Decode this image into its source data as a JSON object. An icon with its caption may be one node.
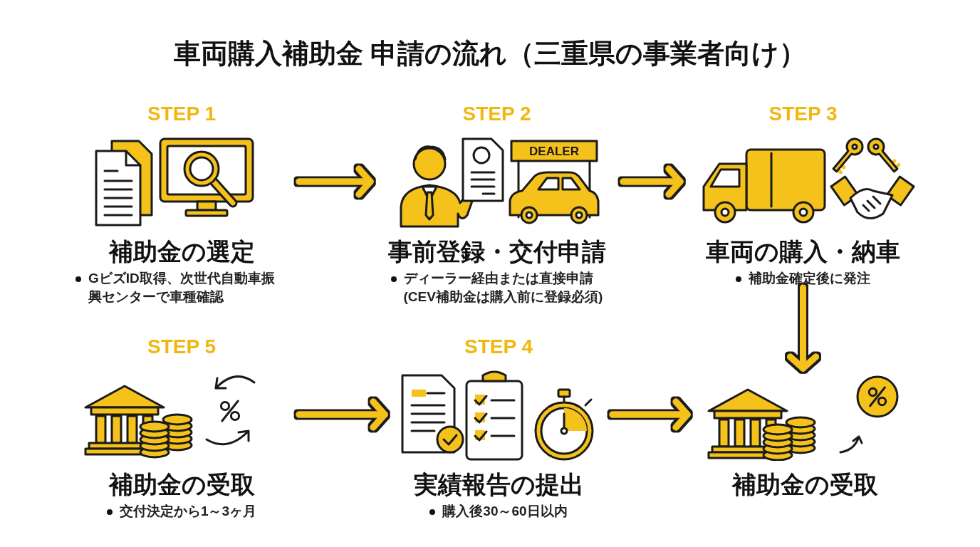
{
  "diagram": {
    "title": "車両購入補助金 申請の流れ（三重県の事業者向け）",
    "nodes": [
      {
        "text": [
          "STEP 1",
          "補助金の選定",
          "GビズID取得、次世代自動車振興センターで車種確認"
        ]
      },
      {
        "text": [
          "STEP 2",
          "事前登録・交付申請",
          "ディーラー経由または直接申請(CEV補助金は購入前に登録必須)"
        ]
      },
      {
        "text": [
          "STEP 3",
          "車両の購入・納車",
          "補助金確定後に発注"
        ]
      },
      {
        "text": [
          "STEP 5",
          "補助金の受取",
          "交付決定から1～3ヶ月"
        ]
      },
      {
        "text": [
          "STEP 4",
          "実績報告の提出",
          "購入後30～60日以内"
        ]
      },
      {
        "text": [
          "補助金の受取"
        ]
      }
    ],
    "edges": [
      {
        "from": 0,
        "to": 1,
        "arrow": "to"
      },
      {
        "from": 1,
        "to": 2,
        "arrow": "to"
      },
      {
        "from": 2,
        "to": 5,
        "arrow": "to"
      },
      {
        "from": 3,
        "to": 4,
        "arrow": "to"
      },
      {
        "from": 4,
        "to": 5,
        "arrow": "to"
      }
    ],
    "labels": [
      "DEALER"
    ]
  }
}
